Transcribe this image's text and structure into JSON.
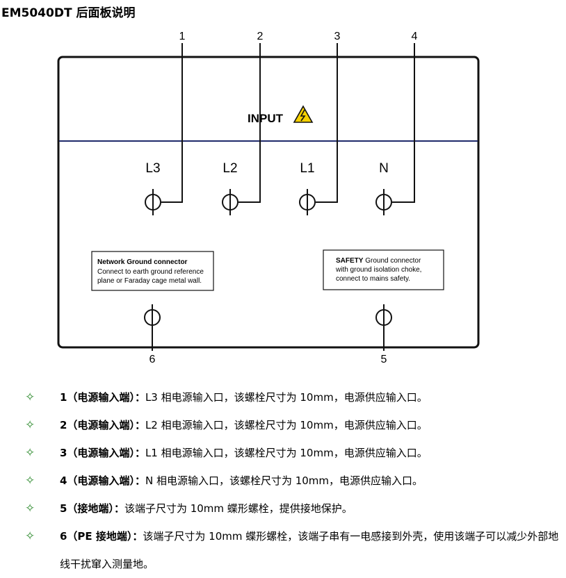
{
  "title": "EM5040DT 后面板说明",
  "callouts": [
    "1",
    "2",
    "3",
    "4",
    "6",
    "5"
  ],
  "input_label": "INPUT",
  "terminals": [
    "L3",
    "L2",
    "L1",
    "N"
  ],
  "notes": {
    "network": {
      "heading": "Network Ground connector",
      "line1": "Connect to earth ground reference",
      "line2": "plane or Faraday cage metal wall."
    },
    "safety": {
      "heading": "SAFETY",
      "line1_rest": " Ground connector",
      "line2": "with ground isolation choke,",
      "line3": "connect to mains safety."
    }
  },
  "specs": [
    {
      "head": "1（电源输入端）：",
      "text": "L3 相电源输入口，该螺栓尺寸为 10mm，电源供应输入口。"
    },
    {
      "head": "2（电源输入端）：",
      "text": "L2 相电源输入口，该螺栓尺寸为 10mm，电源供应输入口。"
    },
    {
      "head": "3（电源输入端）：",
      "text": "L1 相电源输入口，该螺栓尺寸为 10mm，电源供应输入口。"
    },
    {
      "head": "4（电源输入端）：",
      "text": "N 相电源输入口，该螺栓尺寸为 10mm，电源供应输入口。"
    },
    {
      "head": "5（接地端）：",
      "text": "该端子尺寸为 10mm 蝶形螺栓，提供接地保护。"
    },
    {
      "head": "6（PE 接地端）：",
      "text": "该端子尺寸为 10mm 蝶形螺栓，该端子串有一电感接到外壳，使用该端子可以减少外部地线干扰窜入测量地。"
    }
  ],
  "colors": {
    "divider": "#1f2a6b",
    "bullet": "#2e8b2e",
    "warning": "#f5d000"
  },
  "icons": {
    "bullet": "four-point-star-outline-icon",
    "warning": "high-voltage-warning-icon"
  }
}
